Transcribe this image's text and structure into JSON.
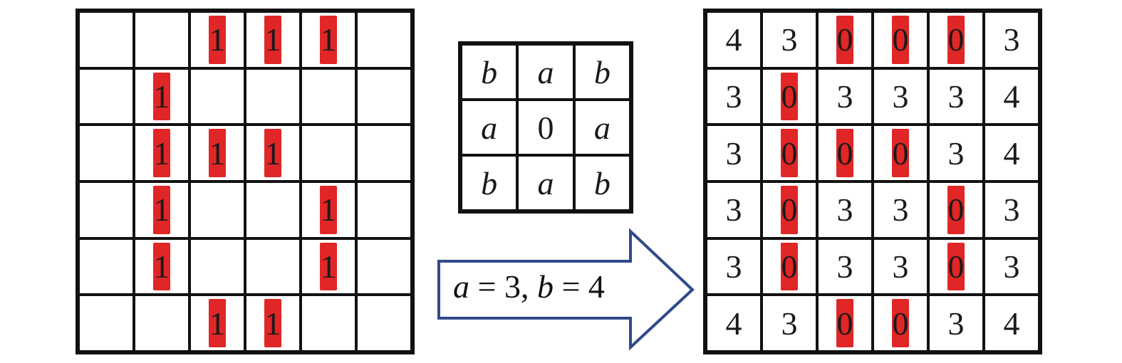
{
  "input_grid": {
    "rows": [
      [
        "",
        "",
        "1",
        "1",
        "1",
        ""
      ],
      [
        "",
        "1",
        "",
        "",
        "",
        ""
      ],
      [
        "",
        "1",
        "1",
        "1",
        "",
        ""
      ],
      [
        "",
        "1",
        "",
        "",
        "1",
        ""
      ],
      [
        "",
        "1",
        "",
        "",
        "1",
        ""
      ],
      [
        "",
        "",
        "1",
        "1",
        "",
        ""
      ]
    ]
  },
  "kernel": {
    "rows": [
      [
        "b",
        "a",
        "b"
      ],
      [
        "a",
        "0",
        "a"
      ],
      [
        "b",
        "a",
        "b"
      ]
    ]
  },
  "arrow": {
    "label_parts": [
      "a",
      " = 3, ",
      "b",
      " = 4"
    ]
  },
  "output_grid": {
    "rows": [
      [
        "4",
        "3",
        "0",
        "0",
        "0",
        "3"
      ],
      [
        "3",
        "0",
        "3",
        "3",
        "3",
        "4"
      ],
      [
        "3",
        "0",
        "0",
        "0",
        "3",
        "4"
      ],
      [
        "3",
        "0",
        "3",
        "3",
        "0",
        "3"
      ],
      [
        "3",
        "0",
        "3",
        "3",
        "0",
        "3"
      ],
      [
        "4",
        "3",
        "0",
        "0",
        "3",
        "4"
      ]
    ],
    "highlight": [
      [
        false,
        false,
        true,
        true,
        true,
        false
      ],
      [
        false,
        true,
        false,
        false,
        false,
        false
      ],
      [
        false,
        true,
        true,
        true,
        false,
        false
      ],
      [
        false,
        true,
        false,
        false,
        true,
        false
      ],
      [
        false,
        true,
        false,
        false,
        true,
        false
      ],
      [
        false,
        false,
        true,
        true,
        false,
        false
      ]
    ]
  },
  "colors": {
    "highlight": "#e02626",
    "grid_line": "#111111",
    "arrow_stroke": "#2f4a8a"
  }
}
